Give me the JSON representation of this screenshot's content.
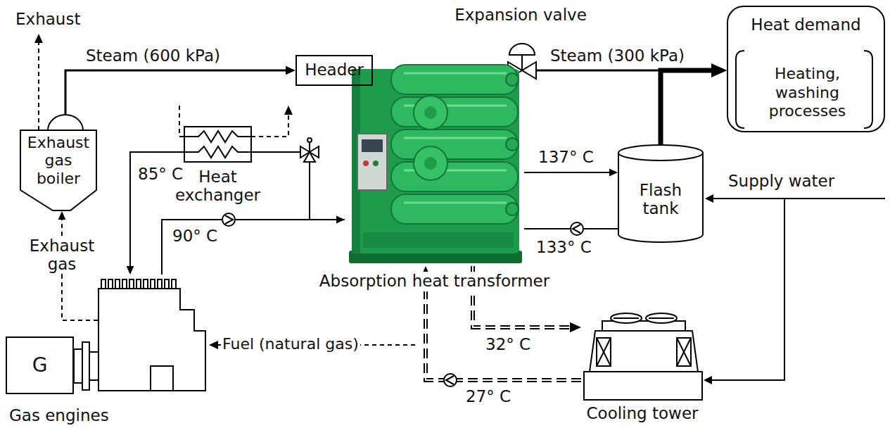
{
  "diagram": {
    "nodes": [
      {
        "text": [
          "Exhaust gas boiler"
        ]
      },
      {
        "text": [
          "Header"
        ]
      },
      {
        "text": [
          "Expansion valve"
        ]
      },
      {
        "text": [
          "Heat demand",
          "Heating, washing processes"
        ]
      },
      {
        "text": [
          "Heat exchanger"
        ]
      },
      {
        "text": [
          "Absorption heat transformer"
        ]
      },
      {
        "text": [
          "Flash tank"
        ]
      },
      {
        "text": [
          "Gas engines"
        ]
      },
      {
        "text": [
          "G"
        ],
        "in": 7
      },
      {
        "text": [
          "Cooling tower"
        ]
      }
    ],
    "edges": [
      {
        "from": 0,
        "to": 1,
        "label": "Steam (600 kPa)",
        "arrow": "to"
      },
      {
        "from": 1,
        "to": 2,
        "arrow": "none"
      },
      {
        "from": 2,
        "to": 3,
        "label": "Steam (300 kPa)",
        "arrow": "to"
      },
      {
        "from": 6,
        "to": 3,
        "arrow": "to"
      },
      {
        "from": 7,
        "to": 0,
        "label": "Exhaust gas",
        "arrow": "to"
      },
      {
        "from": 7,
        "to": 5,
        "label": "90° C",
        "arrow": "to"
      },
      {
        "from": 5,
        "to": 4,
        "arrow": "none"
      },
      {
        "from": 4,
        "to": 7,
        "label": "85° C",
        "arrow": "to"
      },
      {
        "from": 5,
        "to": 6,
        "label": "137° C",
        "arrow": "to"
      },
      {
        "from": 6,
        "to": 5,
        "label": "133° C",
        "arrow": "none"
      },
      {
        "from": 5,
        "to": 9,
        "label": "32° C",
        "arrow": "to"
      },
      {
        "from": 9,
        "to": 5,
        "label": "27° C",
        "arrow": "to"
      }
    ],
    "labels": [
      "Exhaust",
      "Supply water",
      "Fuel (natural gas)"
    ]
  }
}
